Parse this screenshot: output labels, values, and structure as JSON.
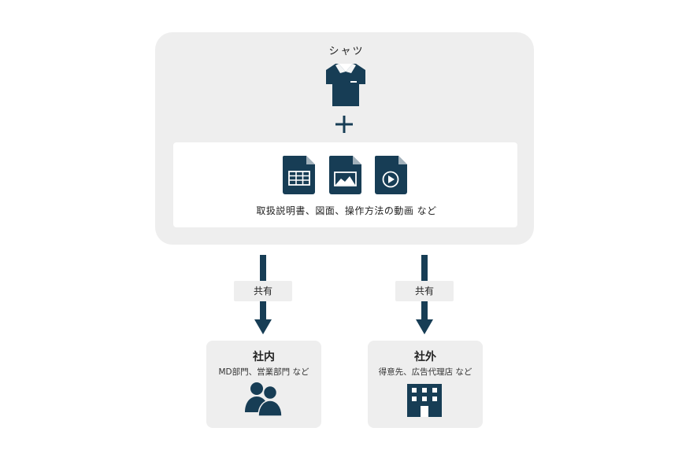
{
  "colors": {
    "icon": "#173d55",
    "panel": "#eeeeee",
    "card": "#ffffff"
  },
  "product": {
    "label": "シャツ",
    "icon": "shirt-icon",
    "plus_icon": "plus-icon"
  },
  "documents": {
    "icons": [
      "spreadsheet-document-icon",
      "image-document-icon",
      "video-document-icon"
    ],
    "caption": "取扱説明書、図面、操作方法の動画 など"
  },
  "share": {
    "internal_label": "共有",
    "external_label": "共有"
  },
  "internal": {
    "title": "社内",
    "subtitle": "MD部門、営業部門 など",
    "icon": "people-icon"
  },
  "external": {
    "title": "社外",
    "subtitle": "得意先、広告代理店 など",
    "icon": "building-icon"
  }
}
